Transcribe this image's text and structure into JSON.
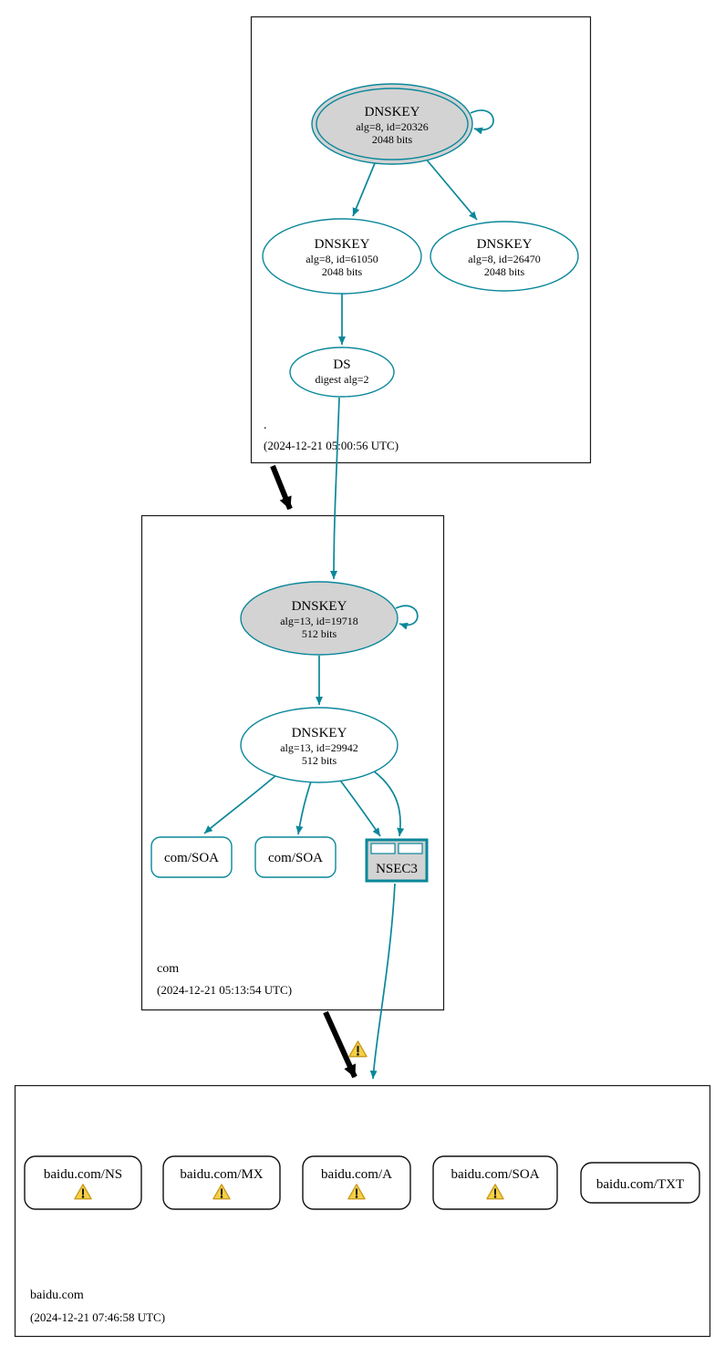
{
  "colors": {
    "edge_secure": "#0a879a",
    "ksk_fill": "#d3d3d3",
    "warning_fill": "#f8d046",
    "warning_border": "#c79c1e"
  },
  "zones": {
    "root": {
      "label": ".",
      "timestamp": "(2024-12-21 05:00:56 UTC)",
      "ksk": {
        "title": "DNSKEY",
        "detail1": "alg=8, id=20326",
        "detail2": "2048 bits"
      },
      "zsk1": {
        "title": "DNSKEY",
        "detail1": "alg=8, id=61050",
        "detail2": "2048 bits"
      },
      "zsk2": {
        "title": "DNSKEY",
        "detail1": "alg=8, id=26470",
        "detail2": "2048 bits"
      },
      "ds": {
        "title": "DS",
        "detail1": "digest alg=2"
      }
    },
    "com": {
      "label": "com",
      "timestamp": "(2024-12-21 05:13:54 UTC)",
      "ksk": {
        "title": "DNSKEY",
        "detail1": "alg=13, id=19718",
        "detail2": "512 bits"
      },
      "zsk": {
        "title": "DNSKEY",
        "detail1": "alg=13, id=29942",
        "detail2": "512 bits"
      },
      "soa1": {
        "label": "com/SOA"
      },
      "soa2": {
        "label": "com/SOA"
      },
      "nsec3": {
        "label": "NSEC3"
      }
    },
    "baidu": {
      "label": "baidu.com",
      "timestamp": "(2024-12-21 07:46:58 UTC)",
      "rrsets": [
        {
          "label": "baidu.com/NS",
          "warning": true
        },
        {
          "label": "baidu.com/MX",
          "warning": true
        },
        {
          "label": "baidu.com/A",
          "warning": true
        },
        {
          "label": "baidu.com/SOA",
          "warning": true
        },
        {
          "label": "baidu.com/TXT",
          "warning": false
        }
      ]
    }
  }
}
